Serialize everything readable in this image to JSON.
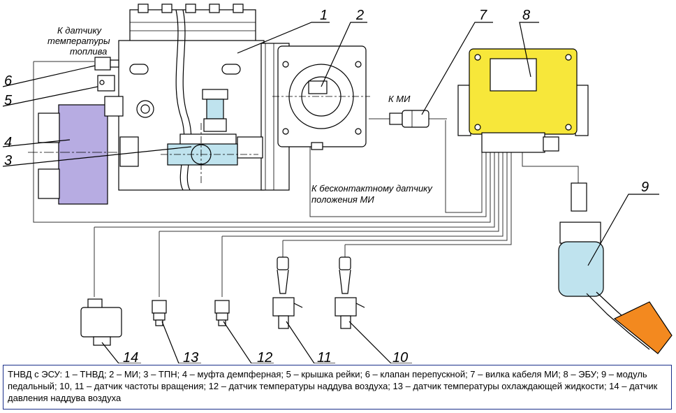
{
  "labels": {
    "l1": "1",
    "l2": "2",
    "l3": "3",
    "l4": "4",
    "l5": "5",
    "l6": "6",
    "l7": "7",
    "l8": "8",
    "l9": "9",
    "l10": "10",
    "l11": "11",
    "l12": "12",
    "l13": "13",
    "l14": "14"
  },
  "notes": {
    "temp_line1": "К датчику",
    "temp_line2": "температуры",
    "temp_line3": "топлива",
    "mi": "К МИ",
    "contactless_line1": "К бесконтактному датчику",
    "contactless_line2": "положения МИ"
  },
  "caption": "ТНВД с ЭСУ: 1 – ТНВД; 2 – МИ; 3 – ТПН; 4 – муфта демпферная; 5 – крышка рейки; 6 – клапан перепускной; 7 – вилка кабеля МИ; 8 – ЭБУ; 9 – модуль педальный; 10, 11 – датчик частоты вращения; 12 – датчик температуры наддува воздуха; 13 – датчик температуры охлаждающей жидкости; 14 – датчик давления наддува воздуха",
  "colors": {
    "coupling": "#b7ace2",
    "tpn": "#bfe3ee",
    "ecu": "#f7e73a",
    "pedal_module": "#bfe3ee",
    "pedal": "#f3891f"
  }
}
